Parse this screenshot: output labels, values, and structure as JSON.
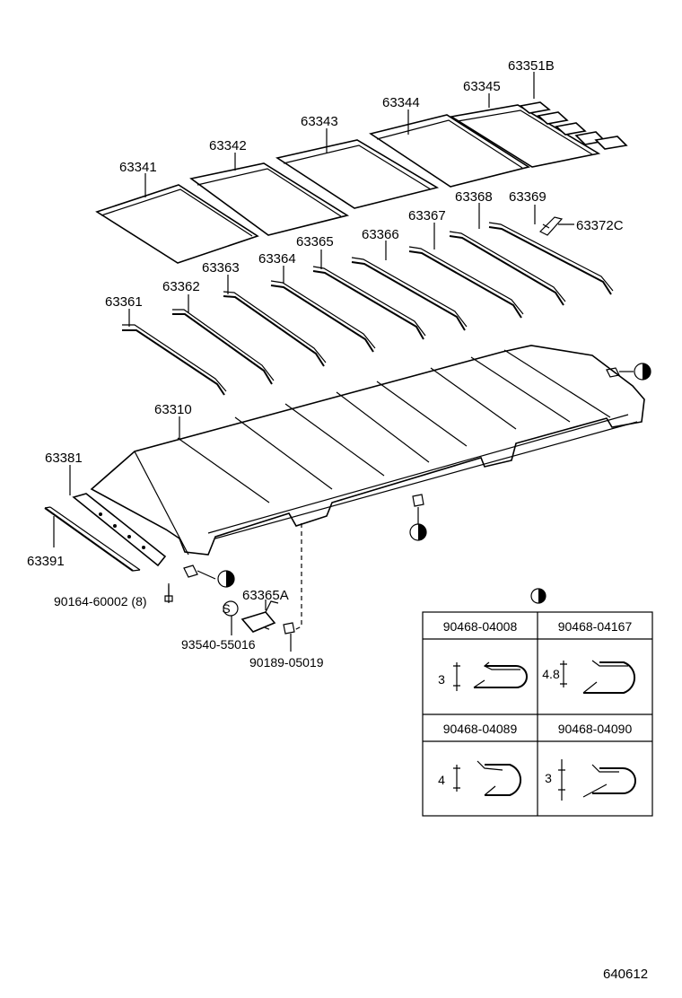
{
  "diagram": {
    "labels": {
      "p63351B": "63351B",
      "p63345": "63345",
      "p63344": "63344",
      "p63343": "63343",
      "p63342": "63342",
      "p63341": "63341",
      "p63368": "63368",
      "p63369": "63369",
      "p63367": "63367",
      "p63372C": "63372C",
      "p63365": "63365",
      "p63366": "63366",
      "p63363": "63363",
      "p63364": "63364",
      "p63361": "63361",
      "p63362": "63362",
      "p63310": "63310",
      "p63381": "63381",
      "p63391": "63391",
      "p90164": "90164-60002 (8)",
      "p63365A": "63365A",
      "p93540": "93540-55016",
      "p90189": "90189-05019",
      "sMark": "S"
    },
    "clip_table": {
      "cells": [
        {
          "part": "90468-04008",
          "dim": "3"
        },
        {
          "part": "90468-04167",
          "dim": "4.8"
        },
        {
          "part": "90468-04089",
          "dim": "4"
        },
        {
          "part": "90468-04090",
          "dim": "3"
        }
      ]
    },
    "figure_number": "640612"
  }
}
